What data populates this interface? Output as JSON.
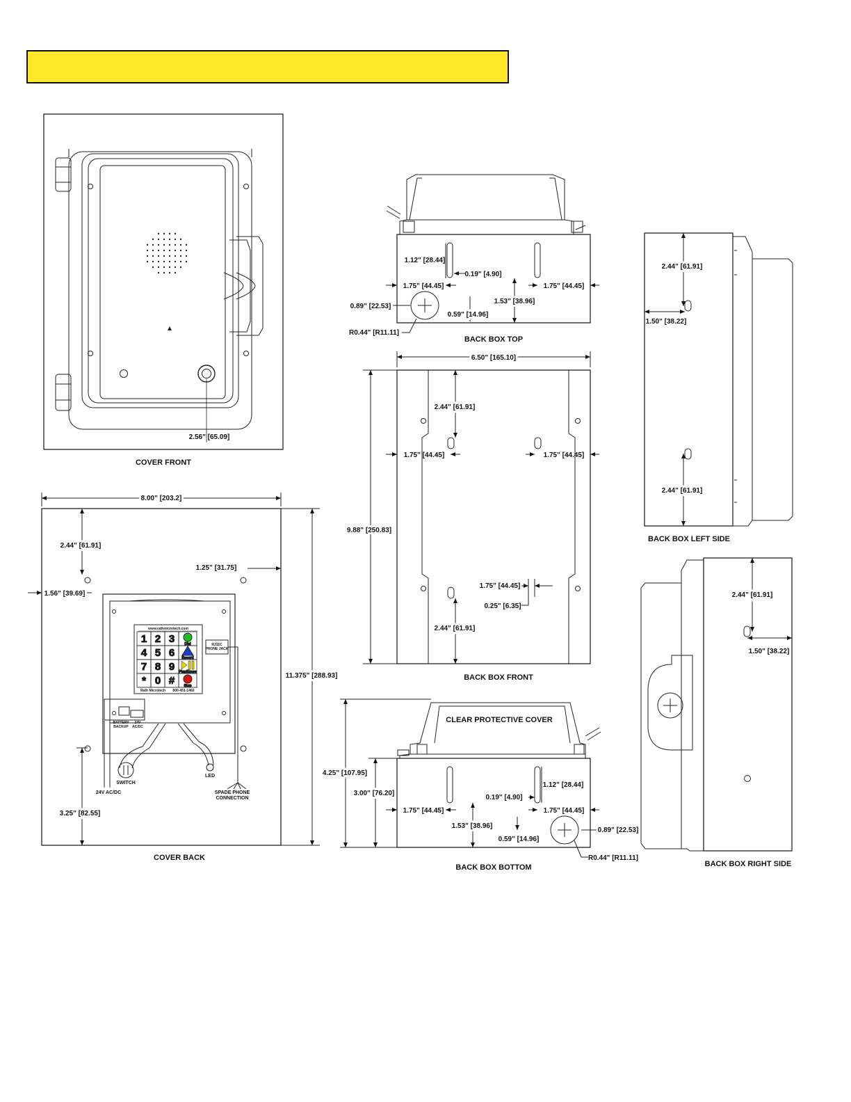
{
  "captions": {
    "cover_front": "COVER FRONT",
    "cover_back": "COVER BACK",
    "back_box_top": "BACK BOX TOP",
    "back_box_front": "BACK BOX FRONT",
    "back_box_bottom": "BACK BOX BOTTOM",
    "back_box_left_side": "BACK BOX LEFT SIDE",
    "back_box_right_side": "BACK BOX RIGHT SIDE",
    "clear_protective_cover": "CLEAR PROTECTIVE COVER"
  },
  "cover_front": {
    "dim_key_hole": "2.56\" [65.09]"
  },
  "cover_back": {
    "width": "8.00\" [203.2]",
    "height": "11.375\" [288.93]",
    "top_hole": "2.44\" [61.91]",
    "right_hole": "1.25\" [31.75]",
    "left_hole": "1.56\" [39.69]",
    "bottom_hole": "3.25\" [82.55]",
    "label_switch": "SWITCH",
    "label_24v": "24V AC/DC",
    "label_led": "LED",
    "label_spade": "SPADE PHONE",
    "label_connection": "CONNECTION",
    "label_rj11": "RJ11C",
    "label_phone_jack": "PHONE JACK",
    "label_battery": "BATTERY",
    "label_backup": "BACKUP",
    "label_24v_small": "24V",
    "label_acdc_small": "AC/DC",
    "keypad_url": "www.rathmicrotech.com",
    "keypad_brand": "Rath Microtech",
    "keypad_phone": "800-451-1460",
    "keys": [
      "1",
      "2",
      "3",
      "4",
      "5",
      "6",
      "7",
      "8",
      "9",
      "*",
      "0",
      "#"
    ],
    "key_labels": [
      "Dial",
      "Record",
      "Play/Erase",
      "Stop"
    ]
  },
  "back_box_top": {
    "d1": "1.12\" [28.44]",
    "d2": "0.19\" [4.90]",
    "d3": "1.75\" [44.45]",
    "d4": "1.75\" [44.45]",
    "d5": "1.53\" [38.96]",
    "d6": "0.89\" [22.53]",
    "d7": "0.59\" [14.96]",
    "d8": "R0.44\" [R11.11]"
  },
  "back_box_front": {
    "width": "6.50\" [165.10]",
    "height": "9.88\" [250.83]",
    "top_hole": "2.44\" [61.91]",
    "left_in": "1.75\" [44.45]",
    "right_in": "1.75\" [44.45]",
    "lower_in": "1.75\" [44.45]",
    "slot": "0.25\" [6.35]",
    "bottom_hole": "2.44\" [61.91]"
  },
  "back_box_bottom": {
    "h1": "4.25\" [107.95]",
    "h2": "3.00\" [76.20]",
    "d1": "1.12\" [28.44]",
    "d2": "0.19\" [4.90]",
    "d3": "1.75\" [44.45]",
    "d4": "1.75\" [44.45]",
    "d5": "1.53\" [38.96]",
    "d6": "0.89\" [22.53]",
    "d7": "0.59\" [14.96]",
    "d8": "R0.44\" [R11.11]"
  },
  "back_box_left": {
    "top": "2.44\" [61.91]",
    "side": "1.50\" [38.22]",
    "bottom": "2.44\" [61.91]"
  },
  "back_box_right": {
    "top": "2.44\" [61.91]",
    "side": "1.50\" [38.22]"
  },
  "colors": {
    "banner": "#ffe82a",
    "key_dial": "#22bb22",
    "key_record": "#1a3fcf",
    "key_play": "#e2d500",
    "key_stop": "#dd1111"
  }
}
